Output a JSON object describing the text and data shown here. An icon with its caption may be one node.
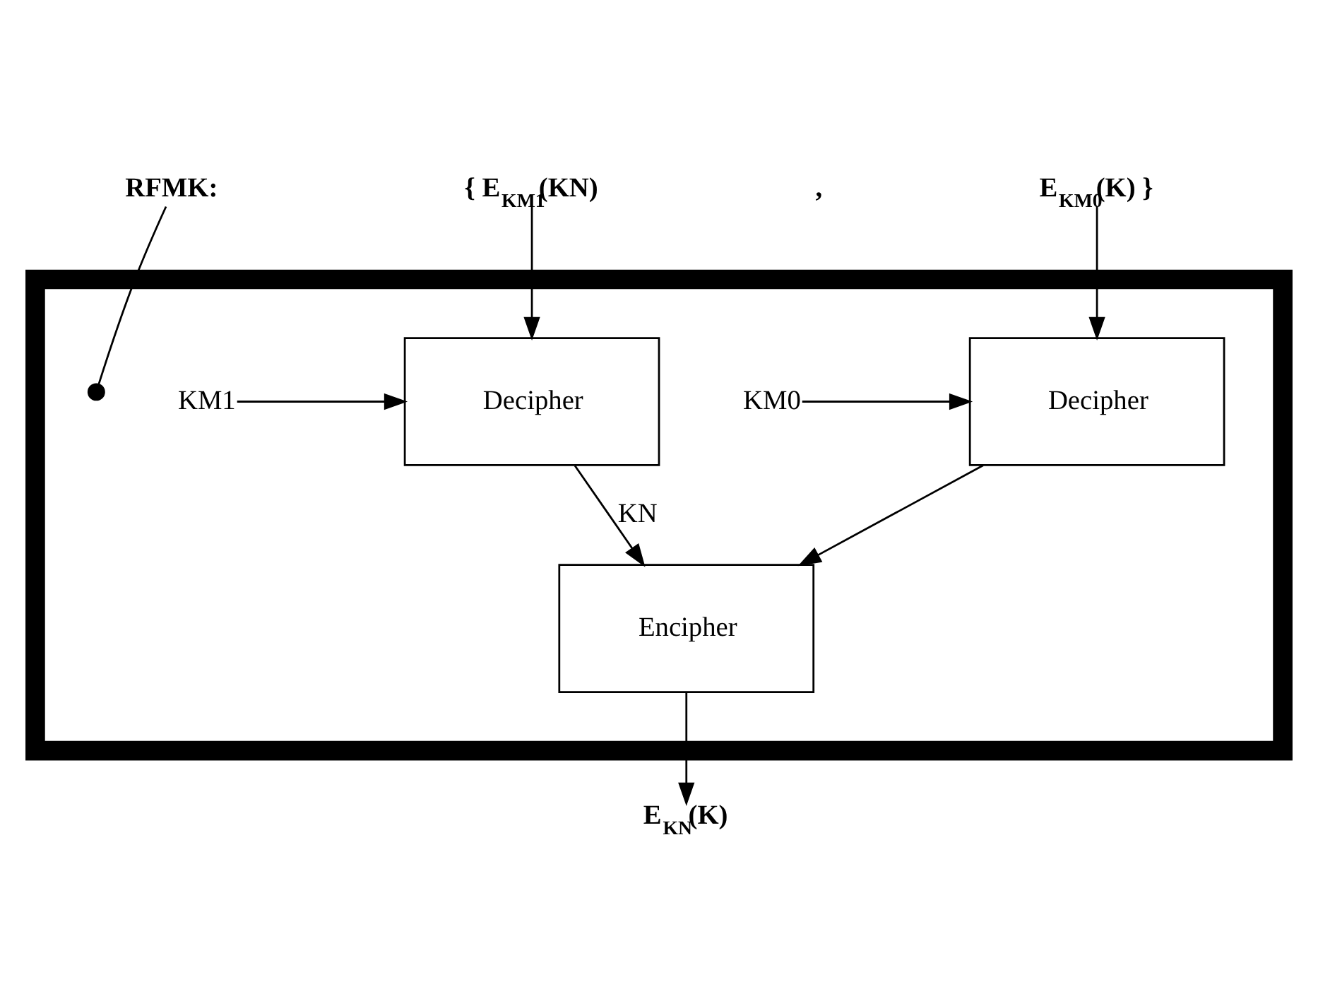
{
  "diagram": {
    "nodes": [
      {
        "text": [],
        "shape": "box"
      },
      {
        "text": [
          "RFMK:"
        ]
      },
      {
        "text": [
          "{ E$_{KM1}$(KN)"
        ]
      },
      {
        "text": [
          "E$_{KM0}$(K) }"
        ]
      },
      {
        "text": [
          "KM1"
        ],
        "in": 0
      },
      {
        "text": [
          "Decipher"
        ],
        "in": 0
      },
      {
        "text": [
          "KM0"
        ],
        "in": 0
      },
      {
        "text": [
          "Decipher"
        ],
        "in": 0
      },
      {
        "text": [
          "Encipher"
        ],
        "in": 0
      },
      {
        "text": [
          "E$_{KN}$(K)"
        ]
      }
    ],
    "edges": [
      {
        "from": 1,
        "to": null,
        "arrow": "other"
      },
      {
        "from": 2,
        "to": 5,
        "arrow": "to"
      },
      {
        "from": 3,
        "to": 7,
        "arrow": "to"
      },
      {
        "from": 4,
        "to": 5,
        "arrow": "to"
      },
      {
        "from": 6,
        "to": 7,
        "arrow": "to"
      },
      {
        "from": 7,
        "to": 8,
        "arrow": "to"
      },
      {
        "from": 5,
        "to": 8,
        "arrow": "to",
        "label": "KN"
      },
      {
        "from": 8,
        "to": 9,
        "arrow": "to"
      }
    ],
    "labels": [
      ","
    ]
  }
}
